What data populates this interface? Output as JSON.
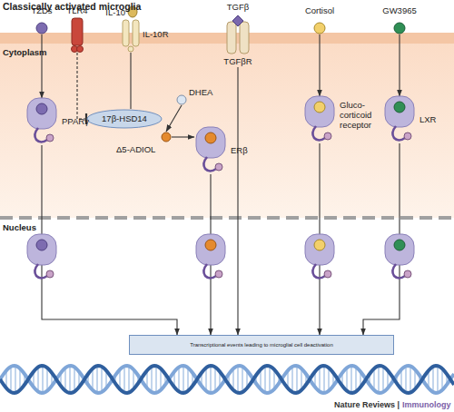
{
  "diagram": {
    "title": "Classically activated microglia",
    "nodes": [
      {
        "text": [
          "TZDs"
        ]
      },
      {
        "text": [
          "TLR4"
        ]
      },
      {
        "text": [
          "IL-10"
        ]
      },
      {
        "text": [
          "IL-10R"
        ]
      },
      {
        "text": [
          "TGFβ"
        ]
      },
      {
        "text": [
          "TGFβR"
        ]
      },
      {
        "text": [
          "Cortisol"
        ]
      },
      {
        "text": [
          "GW3965"
        ]
      },
      {
        "text": [
          "DHEA"
        ]
      },
      {
        "text": [
          "17β-HSD14"
        ]
      },
      {
        "text": [
          "Δ5-ADIOL"
        ]
      },
      {
        "text": [
          "PPARγ"
        ]
      },
      {
        "text": [
          "ERβ"
        ]
      },
      {
        "text": [
          "Gluco- corticoid receptor"
        ]
      },
      {
        "text": [
          "LXR"
        ]
      },
      {
        "text": [
          "Transcriptional events leading to microglial cell deactivation"
        ]
      }
    ],
    "edges": [
      {
        "from": 0,
        "to": 11,
        "arrow": "to"
      },
      {
        "from": 1,
        "to": 9,
        "arrow": "to"
      },
      {
        "from": 3,
        "to": 9,
        "arrow": "none"
      },
      {
        "from": 8,
        "to": 10,
        "arrow": "to"
      },
      {
        "from": 10,
        "to": 12,
        "arrow": "to"
      },
      {
        "from": 6,
        "to": 13,
        "arrow": "to"
      },
      {
        "from": 7,
        "to": 14,
        "arrow": "to"
      },
      {
        "from": 11,
        "to": 15,
        "arrow": "to"
      },
      {
        "from": 12,
        "to": 15,
        "arrow": "to"
      },
      {
        "from": 13,
        "to": 15,
        "arrow": "to"
      },
      {
        "from": 14,
        "to": 15,
        "arrow": "to"
      },
      {
        "from": 5,
        "to": 15,
        "arrow": "to"
      }
    ],
    "labels": [
      "Cytoplasm",
      "Nucleus",
      "Nature Reviews |",
      "Immunology"
    ]
  }
}
